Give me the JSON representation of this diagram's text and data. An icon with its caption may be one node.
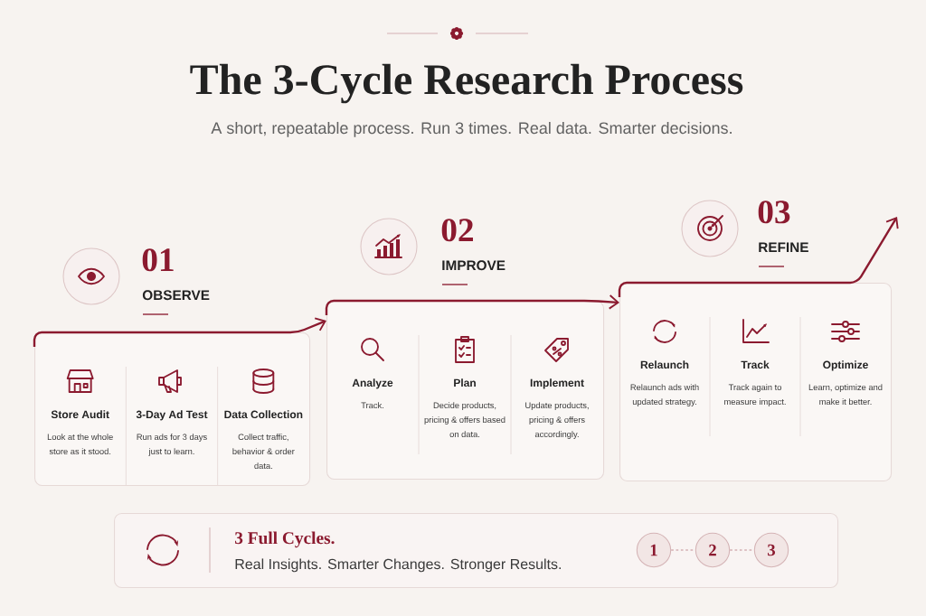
{
  "diagram": {
    "title": "The 3-Cycle Research Process",
    "nodes": [
      {
        "text": [
          "01",
          "OBSERVE"
        ]
      },
      {
        "text": [
          "Store Audit",
          "Look at the whole store as it stood."
        ],
        "in": 0
      },
      {
        "text": [
          "3-Day Ad Test",
          "Run ads for 3 days just to learn."
        ],
        "in": 0
      },
      {
        "text": [
          "Data Collection",
          "Collect traffic, behavior & order data."
        ],
        "in": 0
      },
      {
        "text": [
          "02",
          "IMPROVE"
        ]
      },
      {
        "text": [
          "Analyze",
          "Track."
        ],
        "in": 4
      },
      {
        "text": [
          "Plan",
          "Decide products, pricing & offers based on data."
        ],
        "in": 4
      },
      {
        "text": [
          "Implement",
          "Update products, pricing & offers accordingly."
        ],
        "in": 4
      },
      {
        "text": [
          "03",
          "REFINE"
        ]
      },
      {
        "text": [
          "Relaunch",
          "Relaunch ads with updated strategy."
        ],
        "in": 8
      },
      {
        "text": [
          "Track",
          "Track again to measure impact."
        ],
        "in": 8
      },
      {
        "text": [
          "Optimize",
          "Learn, optimize and make it better."
        ],
        "in": 8
      },
      {
        "text": [
          "3 Full Cycles.",
          "Real Insights. Smarter Changes. Stronger Results."
        ]
      },
      {
        "text": [
          "1"
        ],
        "in": 12
      },
      {
        "text": [
          "2"
        ],
        "in": 12
      },
      {
        "text": [
          "3"
        ],
        "in": 12
      }
    ],
    "edges": [
      {
        "from": 0,
        "to": 4,
        "arrow": "to"
      },
      {
        "from": 4,
        "to": 8,
        "arrow": "to"
      },
      {
        "from": 8,
        "to": null,
        "arrow": "to"
      },
      {
        "from": 13,
        "to": 14,
        "arrow": "none",
        "style": "dashed",
        "color": "#c28d94"
      },
      {
        "from": 14,
        "to": 15,
        "arrow": "none",
        "style": "dashed",
        "color": "#c28d94"
      }
    ],
    "labels": [
      "A short, repeatable process. Run 3 times. Real data. Smarter decisions."
    ]
  }
}
